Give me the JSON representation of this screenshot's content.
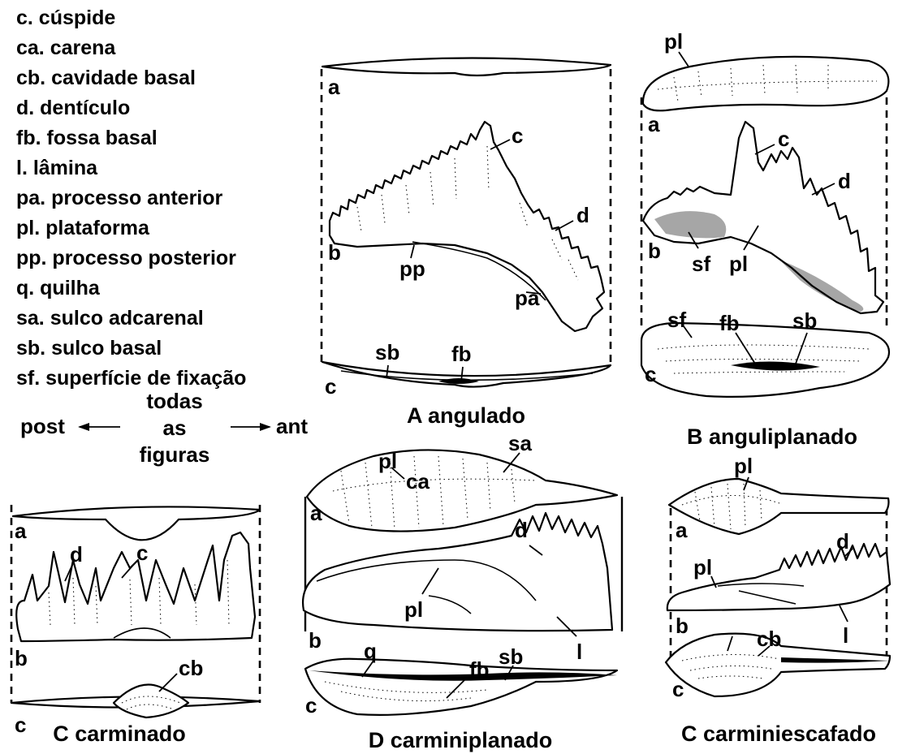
{
  "legend": [
    "c. cúspide",
    "ca. carena",
    "cb. cavidade basal",
    "d. dentículo",
    "fb. fossa basal",
    "l. lâmina",
    "pa. processo anterior",
    "pl. plataforma",
    "pp. processo posterior",
    "q. quilha",
    "sa. sulco adcarenal",
    "sb. sulco basal",
    "sf. superfície de fixação"
  ],
  "orientation": {
    "left": "post",
    "right": "ant",
    "middle": [
      "todas",
      "as",
      "figuras"
    ]
  },
  "views": {
    "a": "a",
    "b": "b",
    "c": "c"
  },
  "parts": {
    "c": "c",
    "d": "d",
    "pp": "pp",
    "pa": "pa",
    "sb": "sb",
    "fb": "fb",
    "pl": "pl",
    "sf": "sf",
    "ca": "ca",
    "sa": "sa",
    "q": "q",
    "l": "l",
    "cb": "cb"
  },
  "captions": {
    "angulado": "A angulado",
    "anguliplanado": "B anguliplanado",
    "carminado": "C carminado",
    "carminiplanado": "D carminiplanado",
    "carminiescafado": "C carminiescafado"
  }
}
